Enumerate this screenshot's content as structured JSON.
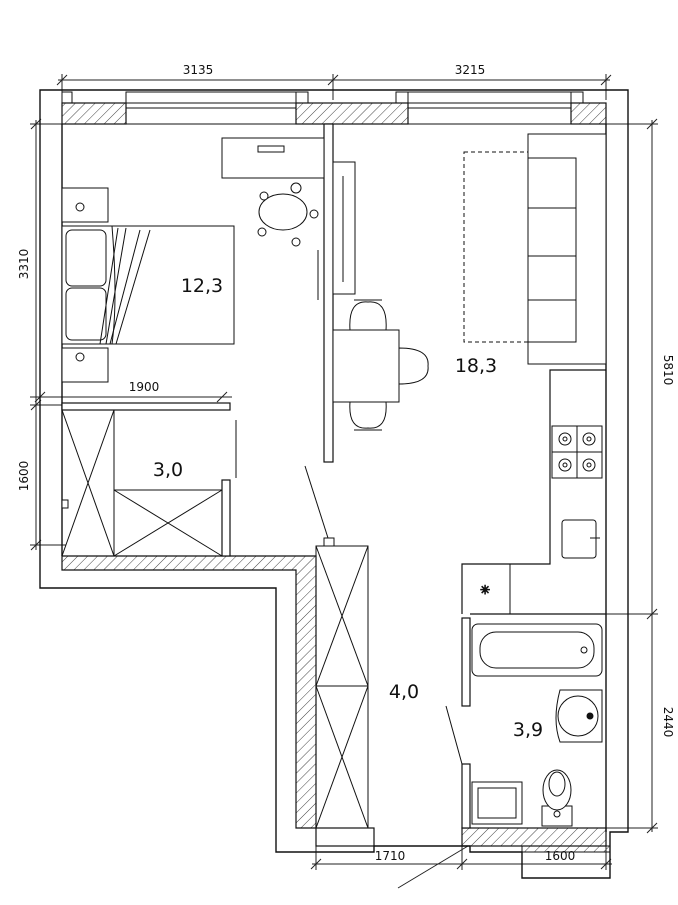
{
  "dimensions": {
    "top_left": "3135",
    "top_right": "3215",
    "left_upper": "3310",
    "left_lower": "1600",
    "right_upper": "5810",
    "right_lower": "2440",
    "bottom_middle": "1710",
    "bottom_right": "1600",
    "inner_1900": "1900"
  },
  "rooms": {
    "bedroom": "12,3",
    "living_kitchen": "18,3",
    "closet": "3,0",
    "hall": "4,0",
    "bathroom": "3,9"
  }
}
